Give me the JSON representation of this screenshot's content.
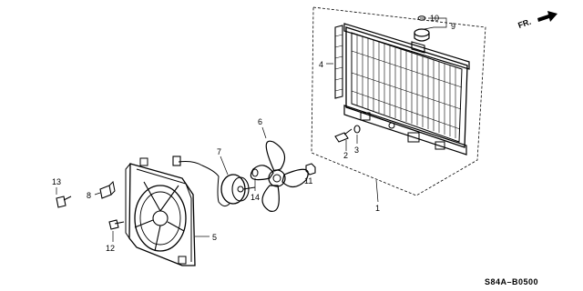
{
  "diagram_code": "S84A–B0500",
  "front_indicator": "FR.",
  "callouts": [
    {
      "id": "1",
      "part": "radiator"
    },
    {
      "id": "2",
      "part": "drain-bolt"
    },
    {
      "id": "3",
      "part": "o-ring"
    },
    {
      "id": "4",
      "part": "cushion"
    },
    {
      "id": "5",
      "part": "fan-shroud"
    },
    {
      "id": "6",
      "part": "fan"
    },
    {
      "id": "7",
      "part": "fan-motor"
    },
    {
      "id": "8",
      "part": "connector-clip"
    },
    {
      "id": "9",
      "part": "radiator-cap-group"
    },
    {
      "id": "10",
      "part": "cap-seal"
    },
    {
      "id": "11",
      "part": "fan-nut"
    },
    {
      "id": "12",
      "part": "bolt"
    },
    {
      "id": "13",
      "part": "bolt"
    },
    {
      "id": "14",
      "part": "washer"
    }
  ]
}
